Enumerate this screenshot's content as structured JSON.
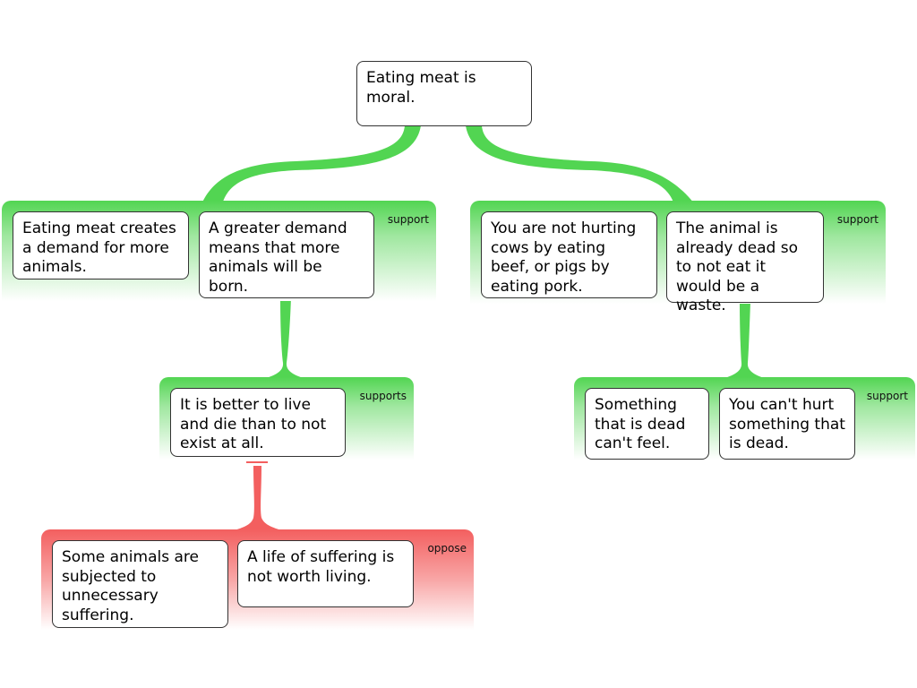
{
  "root": {
    "text": "Eating meat is moral."
  },
  "groups": [
    {
      "label": "support",
      "claims": [
        {
          "text": "Eating meat creates a demand for more animals."
        },
        {
          "text": "A greater demand means that more animals will be born."
        }
      ]
    },
    {
      "label": "support",
      "claims": [
        {
          "text": "You are not hurting cows by eating beef, or pigs by eating pork."
        },
        {
          "text": "The animal is already dead so to not eat it would be a waste."
        }
      ]
    },
    {
      "label": "supports",
      "claims": [
        {
          "text": "It is better to live and die than to not exist at all."
        }
      ]
    },
    {
      "label": "support",
      "claims": [
        {
          "text": "Something that is dead can't feel."
        },
        {
          "text": "You can't hurt something that is dead."
        }
      ]
    },
    {
      "label": "oppose",
      "claims": [
        {
          "text": "Some animals are subjected to unnecessary suffering."
        },
        {
          "text": "A life of suffering is not worth living."
        }
      ]
    }
  ],
  "colors": {
    "support": "#52d552",
    "oppose": "#f35f5f",
    "border": "#333333"
  }
}
